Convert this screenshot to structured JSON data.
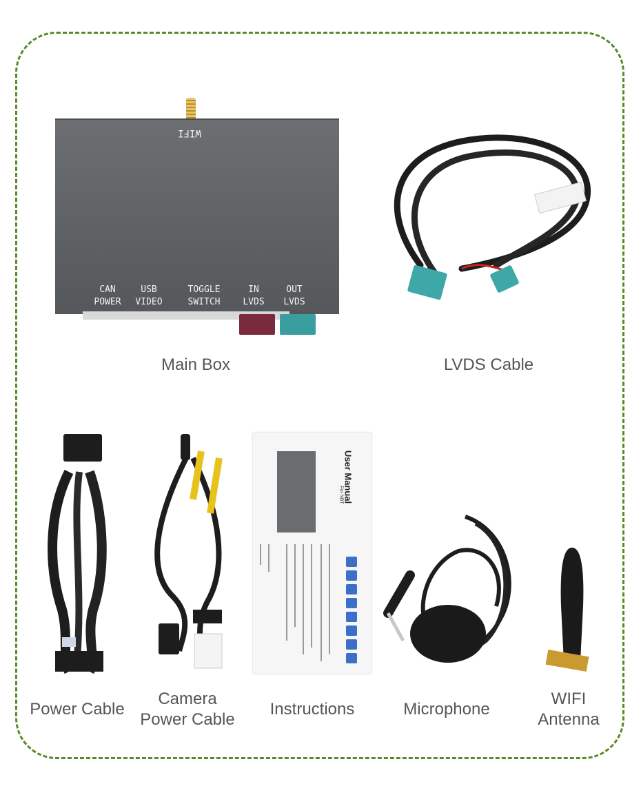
{
  "products": {
    "main_box": {
      "caption": "Main Box",
      "wifi_label": "WIFI",
      "ports": [
        {
          "line1": "CAN",
          "line2": "POWER"
        },
        {
          "line1": "USB",
          "line2": "VIDEO"
        },
        {
          "line1": "TOGGLE",
          "line2": "SWITCH"
        },
        {
          "line1": "IN",
          "line2": "LVDS"
        },
        {
          "line1": "OUT",
          "line2": "LVDS"
        }
      ]
    },
    "lvds_cable": {
      "caption": "LVDS Cable"
    },
    "power_cable": {
      "caption": "Power Cable"
    },
    "camera_power_cable": {
      "caption": "Camera\nPower Cable"
    },
    "instructions": {
      "caption": "Instructions",
      "manual_title": "User Manual",
      "manual_subtitle": "For NBT"
    },
    "microphone": {
      "caption": "Microphone"
    },
    "wifi_antenna": {
      "caption": "WIFI\nAntenna"
    }
  },
  "colors": {
    "frame_border": "#5a8a28",
    "caption_text": "#555555",
    "box_body": "#5e6164"
  }
}
